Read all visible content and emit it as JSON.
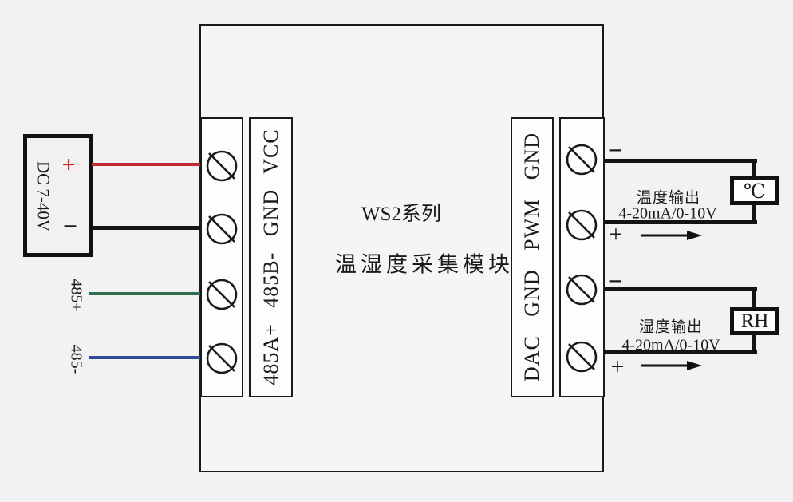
{
  "colors": {
    "background": "#f2f2f2",
    "line": "#1a1a1a",
    "wire_power_positive": "#c02b33",
    "wire_power_negative": "#141414",
    "wire_485_positive": "#2d6f4c",
    "wire_485_negative": "#2f4d92",
    "plus_red": "#d42127"
  },
  "module": {
    "title_line1": "WS2系列",
    "title_line2": "温湿度采集模块"
  },
  "power_supply": {
    "label": "DC 7-40V",
    "plus": "+",
    "minus": "−"
  },
  "rs485": {
    "a_label": "485+",
    "b_label": "485-"
  },
  "left_terminal_strip": {
    "labels": [
      "485A+",
      "485B-",
      "GND",
      "VCC"
    ]
  },
  "right_terminal_strip": {
    "labels": [
      "DAC",
      "GND",
      "PWM",
      "GND"
    ]
  },
  "temperature_output": {
    "minus": "−",
    "plus": "+",
    "title": "温度输出",
    "range": "4-20mA/0-10V",
    "device": "℃"
  },
  "humidity_output": {
    "minus": "−",
    "plus": "+",
    "title": "湿度输出",
    "range": "4-20mA/0-10V",
    "device": "RH"
  }
}
